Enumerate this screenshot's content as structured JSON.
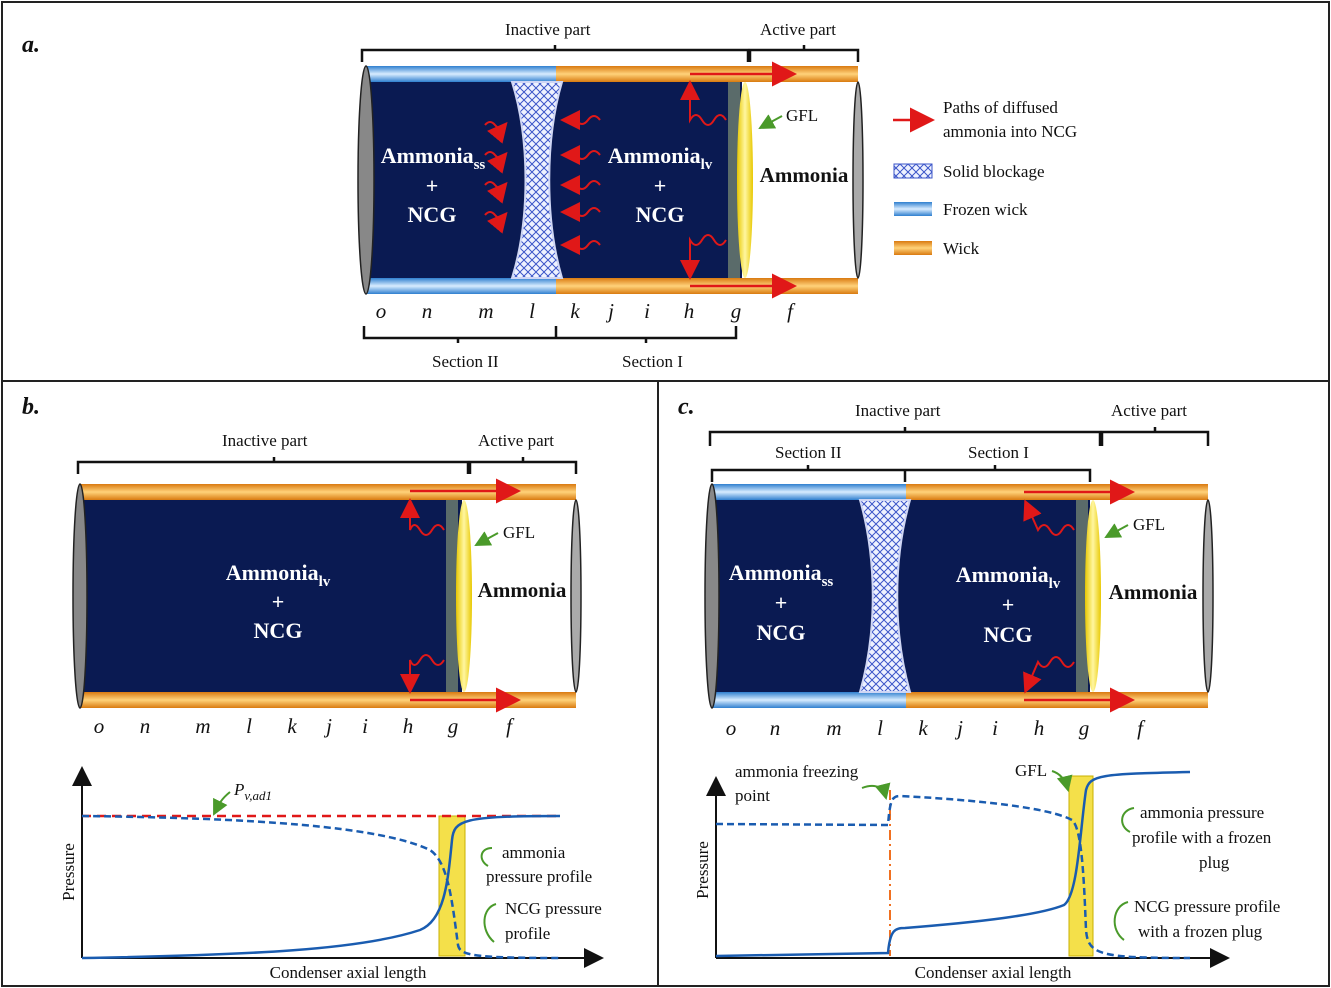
{
  "panels": {
    "a": {
      "letter": "a.",
      "inactive": "Inactive part",
      "active": "Active part",
      "left_gas": {
        "name": "Ammonia",
        "sub": "ss",
        "plus": "+",
        "ncg": "NCG"
      },
      "right_gas": {
        "name": "Ammonia",
        "sub": "lv",
        "plus": "+",
        "ncg": "NCG"
      },
      "gfl": "GFL",
      "ammonia": "Ammonia",
      "positions": [
        "o",
        "n",
        "m",
        "l",
        "k",
        "j",
        "i",
        "h",
        "g",
        "f"
      ],
      "section2": "Section II",
      "section1": "Section I"
    },
    "b": {
      "letter": "b.",
      "inactive": "Inactive part",
      "active": "Active part",
      "gas": {
        "name": "Ammonia",
        "sub": "lv",
        "plus": "+",
        "ncg": "NCG"
      },
      "gfl": "GFL",
      "ammonia": "Ammonia",
      "positions": [
        "o",
        "n",
        "m",
        "l",
        "k",
        "j",
        "i",
        "h",
        "g",
        "f"
      ]
    },
    "c": {
      "letter": "c.",
      "inactive": "Inactive part",
      "active": "Active part",
      "section2": "Section II",
      "section1": "Section I",
      "left_gas": {
        "name": "Ammonia",
        "sub": "ss",
        "plus": "+",
        "ncg": "NCG"
      },
      "right_gas": {
        "name": "Ammonia",
        "sub": "lv",
        "plus": "+",
        "ncg": "NCG"
      },
      "gfl": "GFL",
      "ammonia": "Ammonia",
      "positions": [
        "o",
        "n",
        "m",
        "l",
        "k",
        "j",
        "i",
        "h",
        "g",
        "f"
      ]
    }
  },
  "legend": {
    "paths": [
      "Paths of diffused",
      "ammonia into NCG"
    ],
    "solid": "Solid blockage",
    "frozen": "Frozen wick",
    "wick": "Wick"
  },
  "plot_b": {
    "ylabel": "Pressure",
    "xlabel": "Condenser axial length",
    "pv_main": "P",
    "pv_sub": "v,ad1",
    "ammonia_profile": [
      "ammonia",
      "pressure profile"
    ],
    "ncg_profile": [
      "NCG pressure",
      "profile"
    ]
  },
  "plot_c": {
    "ylabel": "Pressure",
    "xlabel": "Condenser axial length",
    "freezing": [
      "ammonia freezing",
      "point"
    ],
    "gfl": "GFL",
    "ammonia_profile": [
      "ammonia pressure",
      "profile with a frozen",
      "plug"
    ],
    "ncg_profile": [
      "NCG pressure profile",
      "with a frozen plug"
    ]
  },
  "colors": {
    "navy": "#0a1a52",
    "wick": "#f0a020",
    "frozen": "#3a8fd6",
    "arrow": "#e01818",
    "curve": "#1a5cb0",
    "gfl_band": "#f4e04a",
    "guide": "#4a9a2a"
  }
}
